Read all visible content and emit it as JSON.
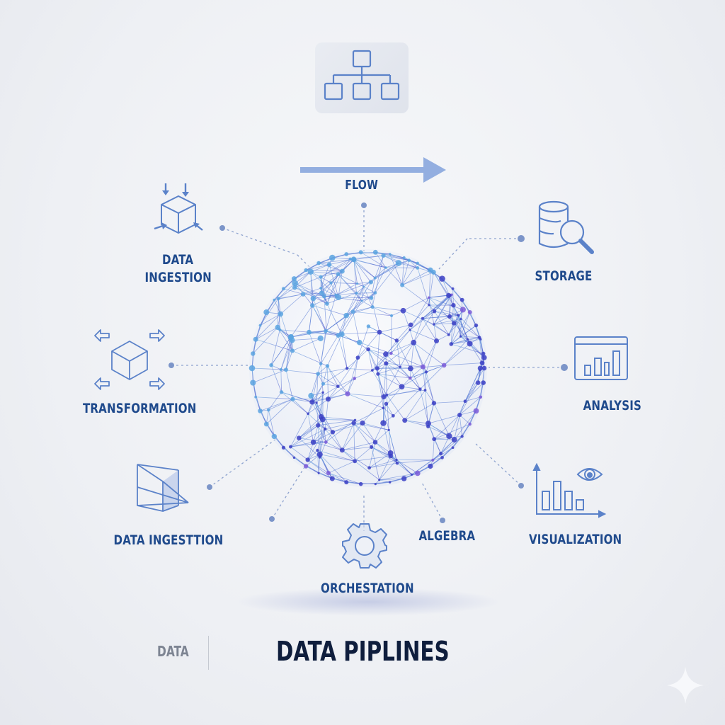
{
  "title": "DATA PIPLINES",
  "subtitle": "DATA",
  "nodes": {
    "flow": {
      "label": "FLOW",
      "icon": "arrow-right-icon"
    },
    "top": {
      "icon": "hierarchy-icon"
    },
    "ingestion_top": {
      "label_line1": "DATA",
      "label_line2": "INGESTION",
      "icon": "cube-inbound-arrows-icon"
    },
    "transformation": {
      "label": "TRANSFORMATION",
      "icon": "cube-outbound-arrows-icon"
    },
    "ingestion_bottom": {
      "label": "DATA INGESTTION",
      "icon": "wireframe-prism-icon"
    },
    "storage": {
      "label": "STORAGE",
      "icon": "database-search-icon"
    },
    "analysis": {
      "label": "ANALYSIS",
      "icon": "bar-chart-window-icon"
    },
    "visualization": {
      "label": "VISUALIZATION",
      "icon": "chart-eye-icon"
    },
    "orchestration": {
      "label": "ORCHESTATION",
      "icon": "gear-icon"
    },
    "algebra": {
      "label": "ALGEBRA"
    }
  },
  "colors": {
    "label": "#1f4a8c",
    "icon": "#5b82c9",
    "title": "#0f1e3d",
    "network_light": "#5aa3e0",
    "network_dark": "#3b3fc4",
    "network_purple": "#7a5ad8",
    "background": "#eef0f4"
  }
}
